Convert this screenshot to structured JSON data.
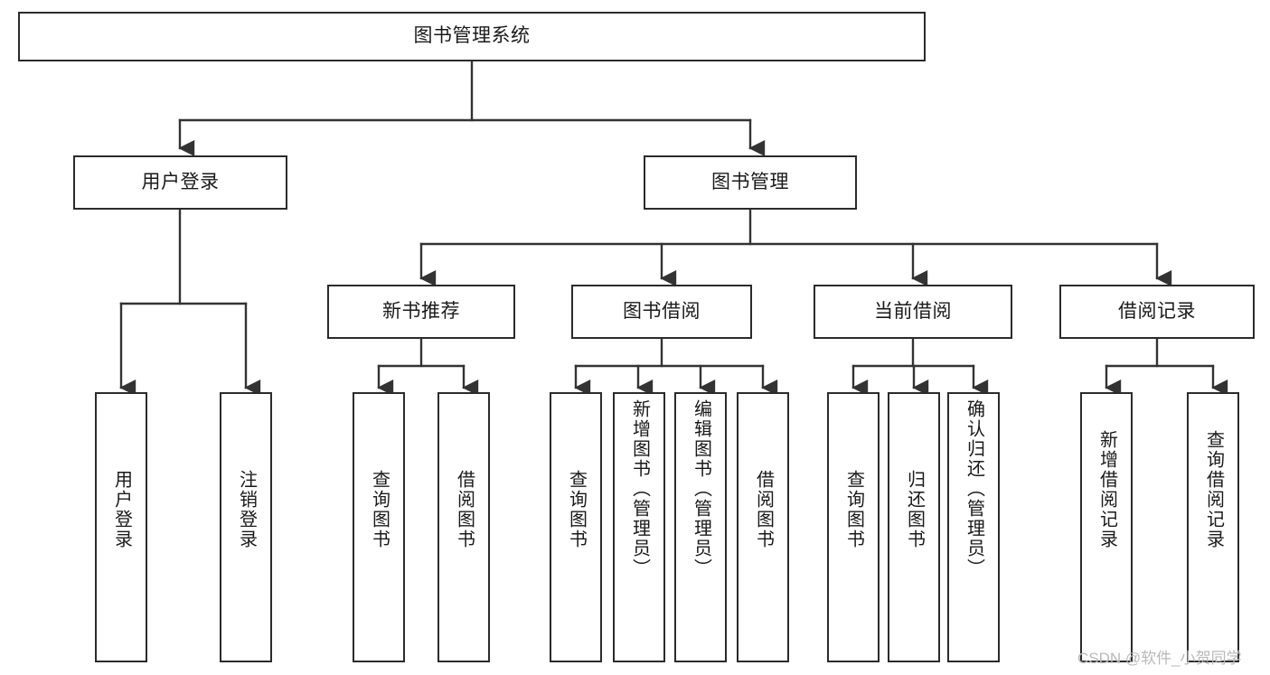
{
  "diagram": {
    "type": "tree-hierarchy",
    "title": "图书管理系统",
    "orientation": "top-down",
    "watermark": "CSDN @软件_小贺同学",
    "colors": {
      "box_border": "#2b2b2b",
      "box_fill": "#ffffff",
      "connector": "#333333",
      "text": "#1a1a1a",
      "watermark": "#b9b9b9"
    }
  },
  "nodes": {
    "root": {
      "label": "图书管理系统",
      "level": 1
    },
    "level2": [
      {
        "id": "user-login",
        "label": "用户登录"
      },
      {
        "id": "book-management",
        "label": "图书管理"
      }
    ],
    "level3": [
      {
        "id": "new-book-recommend",
        "label": "新书推荐",
        "parent": "book-management"
      },
      {
        "id": "book-borrow",
        "label": "图书借阅",
        "parent": "book-management"
      },
      {
        "id": "current-borrow",
        "label": "当前借阅",
        "parent": "book-management"
      },
      {
        "id": "borrow-record",
        "label": "借阅记录",
        "parent": "book-management"
      }
    ],
    "leaves": [
      {
        "id": "leaf-user-login",
        "label": "用户登录",
        "parent": "user-login"
      },
      {
        "id": "leaf-user-logout",
        "label": "注销登录",
        "parent": "user-login"
      },
      {
        "id": "leaf-query-book-1",
        "label": "查询图书",
        "parent": "new-book-recommend"
      },
      {
        "id": "leaf-borrow-book-1",
        "label": "借阅图书",
        "parent": "new-book-recommend"
      },
      {
        "id": "leaf-query-book-2",
        "label": "查询图书",
        "parent": "book-borrow"
      },
      {
        "id": "leaf-add-book",
        "label": "新增图书（管理员）",
        "parent": "book-borrow"
      },
      {
        "id": "leaf-edit-book",
        "label": "编辑图书（管理员）",
        "parent": "book-borrow"
      },
      {
        "id": "leaf-borrow-book-2",
        "label": "借阅图书",
        "parent": "book-borrow"
      },
      {
        "id": "leaf-query-book-3",
        "label": "查询图书",
        "parent": "current-borrow"
      },
      {
        "id": "leaf-return-book",
        "label": "归还图书",
        "parent": "current-borrow"
      },
      {
        "id": "leaf-confirm-return",
        "label": "确认归还（管理员）",
        "parent": "current-borrow"
      },
      {
        "id": "leaf-add-record",
        "label": "新增借阅记录",
        "parent": "borrow-record"
      },
      {
        "id": "leaf-query-record",
        "label": "查询借阅记录",
        "parent": "borrow-record"
      }
    ]
  }
}
